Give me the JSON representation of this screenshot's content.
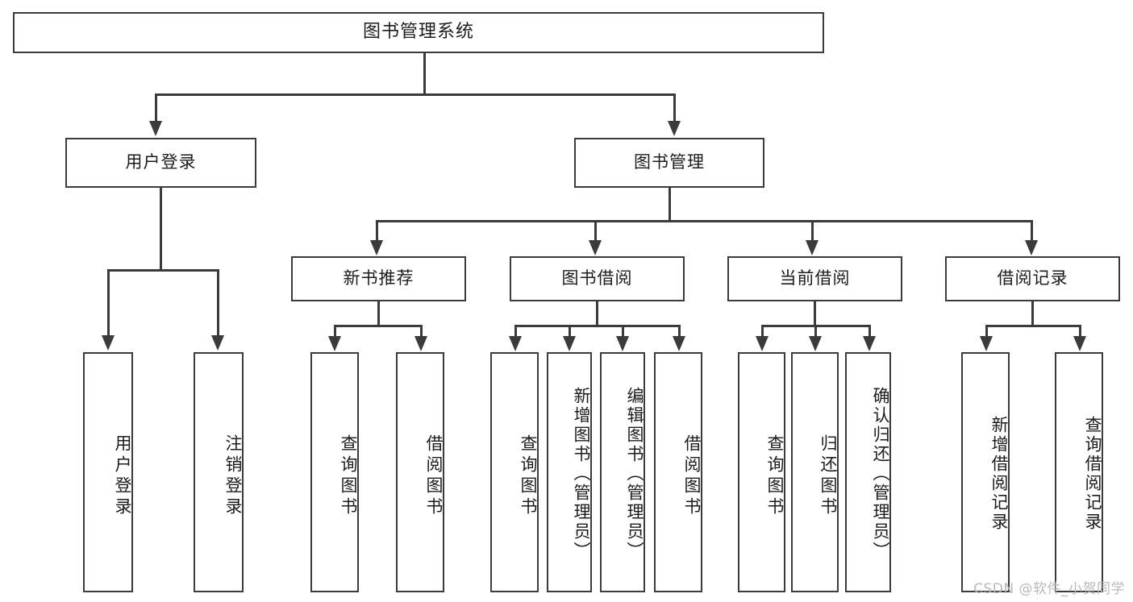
{
  "diagram": {
    "type": "tree-hierarchy-chart",
    "title_box": {
      "label": "图书管理系统"
    },
    "level2": [
      {
        "label": "用户登录"
      },
      {
        "label": "图书管理"
      }
    ],
    "level3": [
      {
        "label": "新书推荐"
      },
      {
        "label": "图书借阅"
      },
      {
        "label": "当前借阅"
      },
      {
        "label": "借阅记录"
      }
    ],
    "leaves": {
      "user_login": [
        {
          "label": "用户登录"
        },
        {
          "label": "注销登录"
        }
      ],
      "new_book_recommend": [
        {
          "label": "查询图书"
        },
        {
          "label": "借阅图书"
        }
      ],
      "book_borrow": [
        {
          "label": "查询图书"
        },
        {
          "label": "新增图书（管理员）"
        },
        {
          "label": "编辑图书（管理员）"
        },
        {
          "label": "借阅图书"
        }
      ],
      "current_borrow": [
        {
          "label": "查询图书"
        },
        {
          "label": "归还图书"
        },
        {
          "label": "确认归还（管理员）"
        }
      ],
      "borrow_records": [
        {
          "label": "新增借阅记录"
        },
        {
          "label": "查询借阅记录"
        }
      ]
    }
  },
  "watermark": {
    "text": "CSDN @软件_小贺同学"
  },
  "colors": {
    "stroke": "#3b3b3b",
    "text": "#1c1c1c",
    "background": "#ffffff",
    "watermark": "#b9b9b9"
  }
}
